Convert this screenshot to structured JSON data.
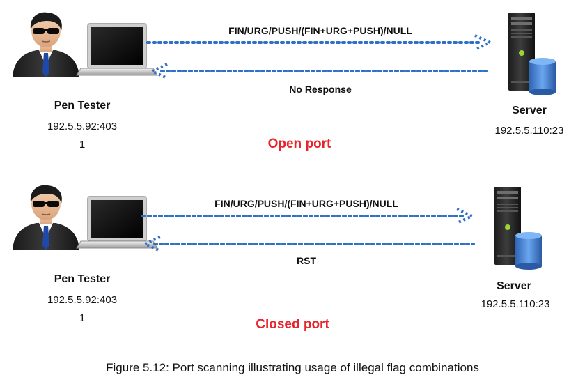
{
  "scenarios": [
    {
      "client_name": "Pen Tester",
      "client_ip_line1": "192.5.5.92:403",
      "client_ip_line2": "1",
      "request": "FIN/URG/PUSH/(FIN+URG+PUSH)/NULL",
      "response": "No Response",
      "server_name": "Server",
      "server_ip": "192.5.5.110:23",
      "result": "Open port"
    },
    {
      "client_name": "Pen Tester",
      "client_ip_line1": "192.5.5.92:403",
      "client_ip_line2": "1",
      "request": "FIN/URG/PUSH/(FIN+URG+PUSH)/NULL",
      "response": "RST",
      "server_name": "Server",
      "server_ip": "192.5.5.110:23",
      "result": "Closed port"
    }
  ],
  "caption": "Figure 5.12: Port scanning illustrating usage of illegal flag combinations",
  "icons": [
    "pen-tester-person-icon",
    "laptop-icon",
    "server-icon"
  ],
  "colors": {
    "arrow": "#2e6fc7",
    "result": "#e8232a"
  }
}
